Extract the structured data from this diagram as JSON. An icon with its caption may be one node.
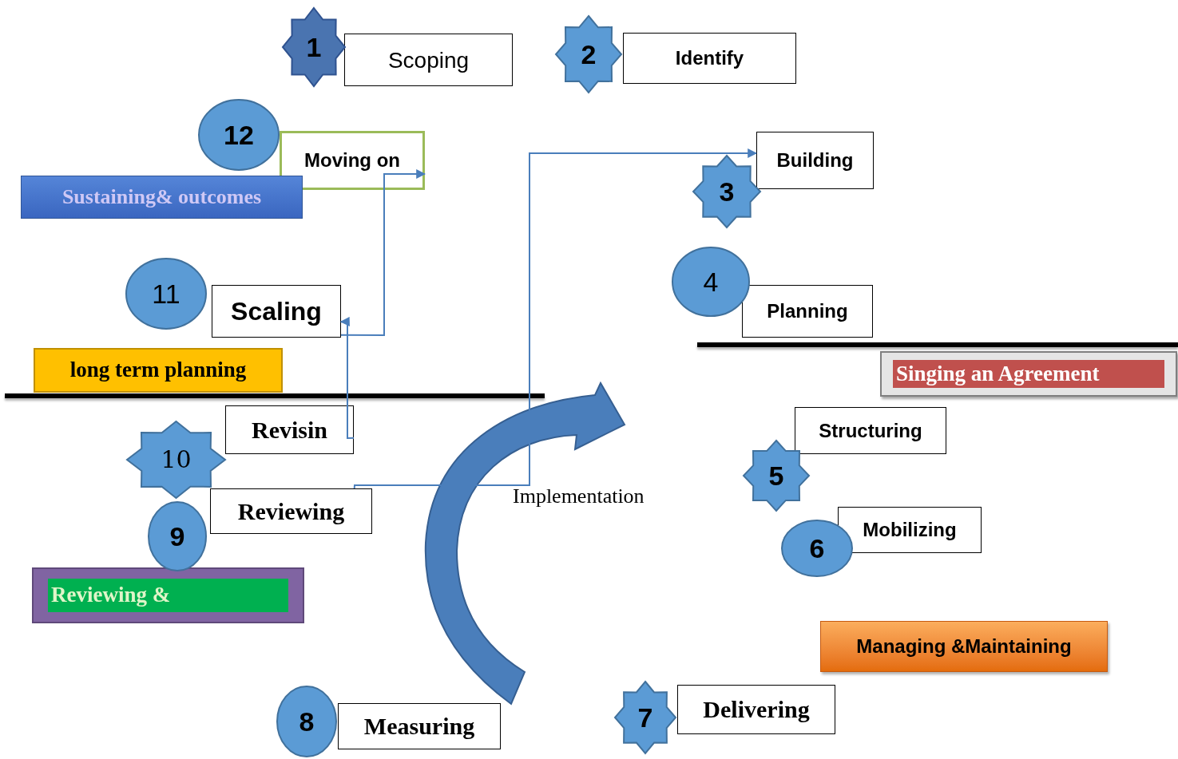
{
  "diagram": {
    "nodes": [
      {
        "text": [
          "1"
        ]
      },
      {
        "text": [
          "Scoping"
        ]
      },
      {
        "text": [
          "2"
        ]
      },
      {
        "text": [
          "Identify"
        ]
      },
      {
        "text": [
          "12"
        ]
      },
      {
        "text": [
          "Moving on"
        ]
      },
      {
        "text": [
          "Sustaining& outcomes"
        ]
      },
      {
        "text": [
          "Building"
        ]
      },
      {
        "text": [
          "3"
        ]
      },
      {
        "text": [
          "11"
        ]
      },
      {
        "text": [
          "Scaling"
        ]
      },
      {
        "text": [
          "4"
        ]
      },
      {
        "text": [
          "Planning"
        ]
      },
      {
        "text": [
          "long term planning"
        ]
      },
      {
        "text": [
          "Singing an Agreement"
        ]
      },
      {
        "text": [
          "Revisin"
        ]
      },
      {
        "text": [
          "10"
        ]
      },
      {
        "text": [
          "Structuring"
        ]
      },
      {
        "text": [
          "5"
        ]
      },
      {
        "text": [
          "Reviewing"
        ]
      },
      {
        "text": [
          "9"
        ]
      },
      {
        "text": [
          "Reviewing &"
        ]
      },
      {
        "text": [
          "6"
        ]
      },
      {
        "text": [
          "Mobilizing"
        ]
      },
      {
        "text": [
          "Managing &Maintaining"
        ]
      },
      {
        "text": [
          "8"
        ]
      },
      {
        "text": [
          "Measuring"
        ]
      },
      {
        "text": [
          "7"
        ]
      },
      {
        "text": [
          "Delivering"
        ]
      }
    ],
    "edges": [
      {
        "from": 15,
        "to": 10,
        "arrow": "to"
      },
      {
        "from": 10,
        "to": 5,
        "arrow": "to"
      },
      {
        "from": 19,
        "to": 7,
        "arrow": "to"
      }
    ],
    "labels": [
      "Implementation"
    ]
  }
}
